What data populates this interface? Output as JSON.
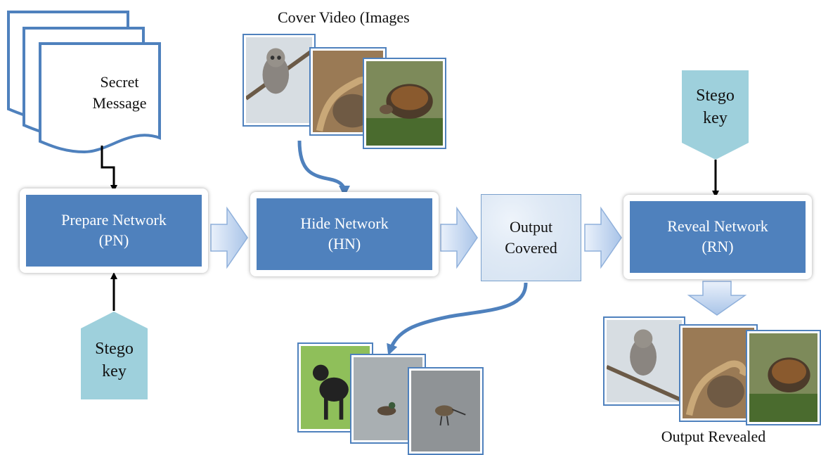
{
  "secret_message": {
    "line1": "Secret",
    "line2": "Message"
  },
  "prepare_network": {
    "line1": "Prepare Network",
    "line2": "(PN)"
  },
  "hide_network": {
    "line1": "Hide Network",
    "line2": "(HN)"
  },
  "output_covered": {
    "line1": "Output",
    "line2": "Covered"
  },
  "reveal_network": {
    "line1": "Reveal Network",
    "line2": "(RN)"
  },
  "stego_key_bottom": {
    "line1": "Stego",
    "line2": "key"
  },
  "stego_key_top": {
    "line1": "Stego",
    "line2": "key"
  },
  "cover_video_label": "Cover Video (Images",
  "output_revealed_label": "Output Revealed",
  "colors": {
    "network_fill": "#4f81bd",
    "stego_fill": "#9ed0dc",
    "arrow_blue": "#4f81bd"
  }
}
